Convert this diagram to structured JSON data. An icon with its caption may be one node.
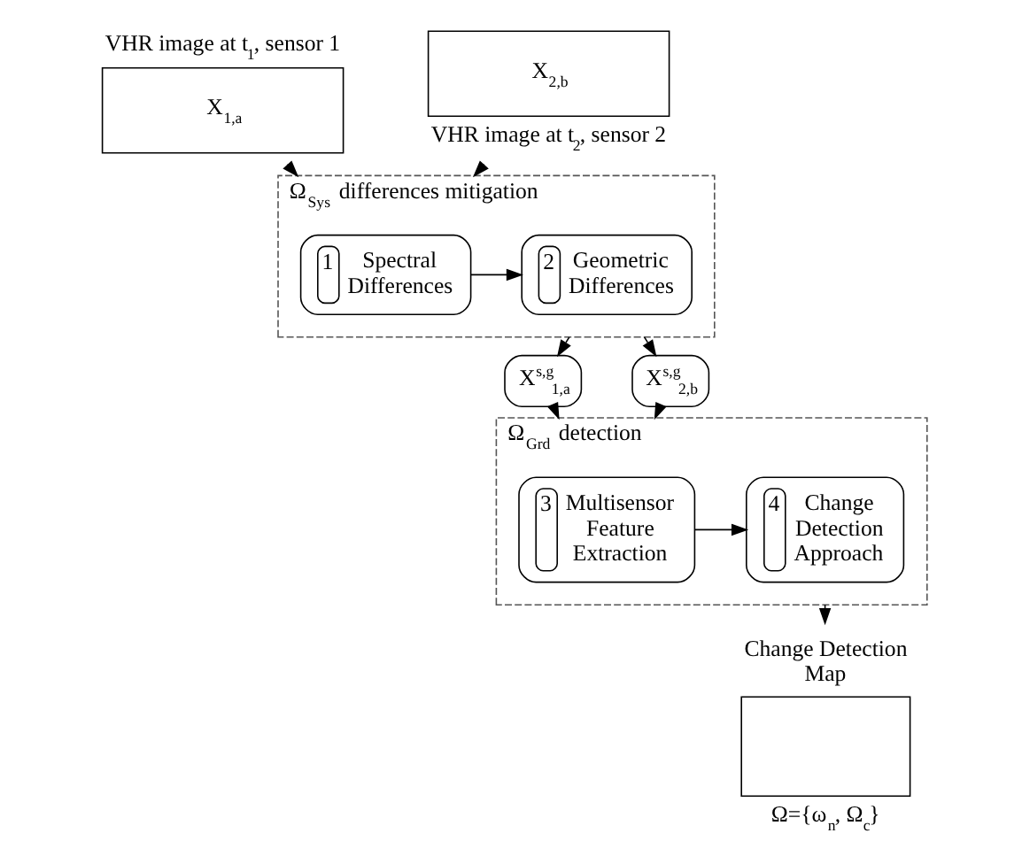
{
  "diagram": {
    "nodes": [
      {
        "text": [
          "X$_{1,a}$"
        ],
        "beside": [
          "VHR image at t$_{1}$, sensor 1"
        ]
      },
      {
        "text": [
          "X$_{2,b}$"
        ],
        "beside": [
          "VHR image at t$_{2}$, sensor 2"
        ]
      },
      {
        "text": [
          "Ω$_{Sys}$ differences mitigation"
        ]
      },
      {
        "text": [
          "1",
          "Spectral Differences"
        ],
        "in": 2
      },
      {
        "text": [
          "2",
          "Geometric Differences"
        ],
        "in": 2
      },
      {
        "text": [
          "X$^{s,g}$$_{1,a}$"
        ]
      },
      {
        "text": [
          "X$^{s,g}$$_{2,b}$"
        ]
      },
      {
        "text": [
          "Ω$_{Grd}$ detection"
        ]
      },
      {
        "text": [
          "3",
          "Multisensor Feature Extraction"
        ],
        "in": 7
      },
      {
        "text": [
          "4",
          "Change Detection Approach"
        ],
        "in": 7
      },
      {
        "text": [],
        "shape": "box",
        "beside": [
          "Change Detection Map",
          "Ω={ω$_{n}$, Ω$_{c}$}"
        ]
      }
    ],
    "edges": [
      {
        "from": 0,
        "to": 2,
        "arrow": "to"
      },
      {
        "from": 1,
        "to": 2,
        "arrow": "to"
      },
      {
        "from": 3,
        "to": 4,
        "arrow": "to"
      },
      {
        "from": 2,
        "to": 5,
        "arrow": "to"
      },
      {
        "from": 2,
        "to": 6,
        "arrow": "to"
      },
      {
        "from": 5,
        "to": 7,
        "arrow": "to"
      },
      {
        "from": 6,
        "to": 7,
        "arrow": "to"
      },
      {
        "from": 8,
        "to": 9,
        "arrow": "to"
      },
      {
        "from": 7,
        "to": 10,
        "arrow": "to"
      }
    ]
  }
}
